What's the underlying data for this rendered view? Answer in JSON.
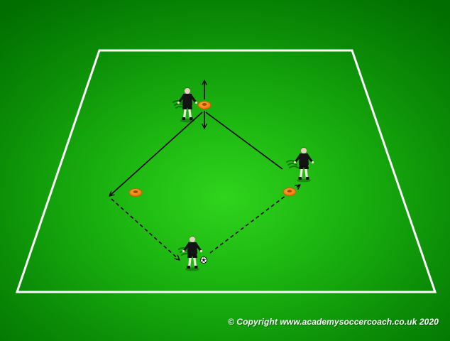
{
  "diagram": {
    "copyright": "© Copyright www.academysoccercoach.co.uk 2020",
    "colors": {
      "pitch_light": "#2fd41c",
      "pitch_dark": "#006e00",
      "field_line": "#ffffff",
      "cone": "#ff8a00",
      "pass_line": "#000000",
      "shirt": "#141414",
      "shorts": "#111111"
    },
    "players": [
      {
        "id": "top",
        "role": "player"
      },
      {
        "id": "right",
        "role": "player"
      },
      {
        "id": "bottom",
        "role": "player-with-ball"
      }
    ],
    "cones": [
      {
        "id": "top"
      },
      {
        "id": "left"
      },
      {
        "id": "right"
      }
    ],
    "arrows": [
      {
        "id": "top-to-left",
        "style": "solid"
      },
      {
        "id": "top-to-right",
        "style": "solid"
      },
      {
        "id": "top-up",
        "style": "solid"
      },
      {
        "id": "top-down",
        "style": "solid"
      },
      {
        "id": "left-to-bottom",
        "style": "dashed"
      },
      {
        "id": "bottom-to-right",
        "style": "dashed"
      }
    ],
    "ball": "soccer-ball-icon"
  }
}
